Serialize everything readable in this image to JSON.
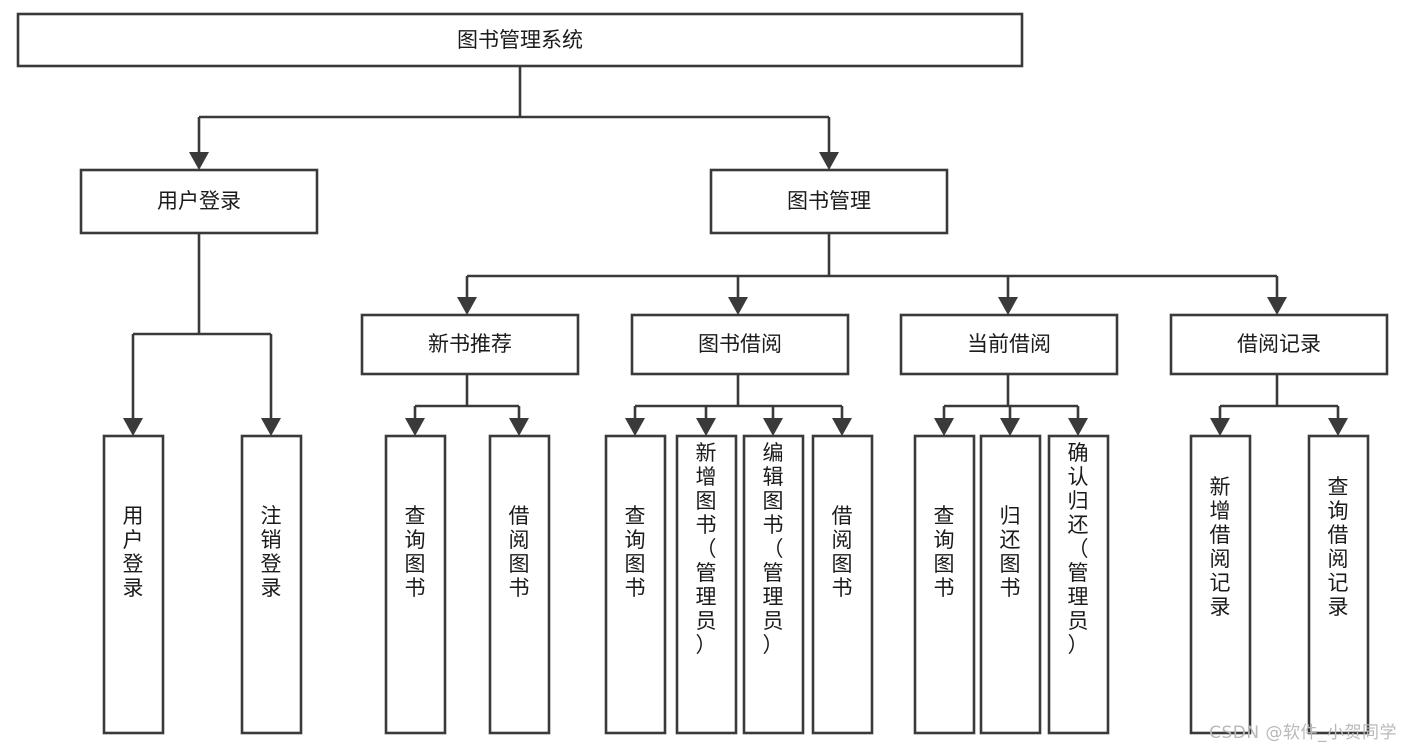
{
  "diagram": {
    "title": "图书管理系统",
    "type": "tree-hierarchy-functional-decomposition",
    "root": {
      "id": "root",
      "label": "图书管理系统",
      "orientation": "horizontal"
    },
    "level2": [
      {
        "id": "user-login",
        "label": "用户登录",
        "orientation": "horizontal"
      },
      {
        "id": "book-management",
        "label": "图书管理",
        "orientation": "horizontal"
      }
    ],
    "level3": [
      {
        "id": "new-book-recommend",
        "label": "新书推荐",
        "orientation": "horizontal",
        "parent": "book-management"
      },
      {
        "id": "book-borrow",
        "label": "图书借阅",
        "orientation": "horizontal",
        "parent": "book-management"
      },
      {
        "id": "current-borrow",
        "label": "当前借阅",
        "orientation": "horizontal",
        "parent": "book-management"
      },
      {
        "id": "borrow-record",
        "label": "借阅记录",
        "orientation": "horizontal",
        "parent": "book-management"
      }
    ],
    "leaves": [
      {
        "id": "leaf-user-login",
        "label": "用户登录",
        "orientation": "vertical",
        "parent": "user-login"
      },
      {
        "id": "leaf-logout-login",
        "label": "注销登录",
        "orientation": "vertical",
        "parent": "user-login"
      },
      {
        "id": "leaf-query-book-1",
        "label": "查询图书",
        "orientation": "vertical",
        "parent": "new-book-recommend"
      },
      {
        "id": "leaf-borrow-book-1",
        "label": "借阅图书",
        "orientation": "vertical",
        "parent": "new-book-recommend"
      },
      {
        "id": "leaf-query-book-2",
        "label": "查询图书",
        "orientation": "vertical",
        "parent": "book-borrow"
      },
      {
        "id": "leaf-add-book-admin",
        "label": "新增图书（管理员）",
        "orientation": "vertical",
        "parent": "book-borrow"
      },
      {
        "id": "leaf-edit-book-admin",
        "label": "编辑图书（管理员）",
        "orientation": "vertical",
        "parent": "book-borrow"
      },
      {
        "id": "leaf-borrow-book-2",
        "label": "借阅图书",
        "orientation": "vertical",
        "parent": "book-borrow"
      },
      {
        "id": "leaf-query-book-3",
        "label": "查询图书",
        "orientation": "vertical",
        "parent": "current-borrow"
      },
      {
        "id": "leaf-return-book",
        "label": "归还图书",
        "orientation": "vertical",
        "parent": "current-borrow"
      },
      {
        "id": "leaf-confirm-return-admin",
        "label": "确认归还（管理员）",
        "orientation": "vertical",
        "parent": "current-borrow"
      },
      {
        "id": "leaf-add-borrow-record",
        "label": "新增借阅记录",
        "orientation": "vertical",
        "parent": "borrow-record"
      },
      {
        "id": "leaf-query-borrow-record",
        "label": "查询借阅记录",
        "orientation": "vertical",
        "parent": "borrow-record"
      }
    ],
    "colors": {
      "box_stroke": "#3a3a3a",
      "box_fill": "#ffffff",
      "text": "#1b1b1b",
      "background": "#ffffff",
      "watermark": "#b9b9b9"
    }
  },
  "watermark": {
    "text": "CSDN @软件_小贺同学"
  }
}
